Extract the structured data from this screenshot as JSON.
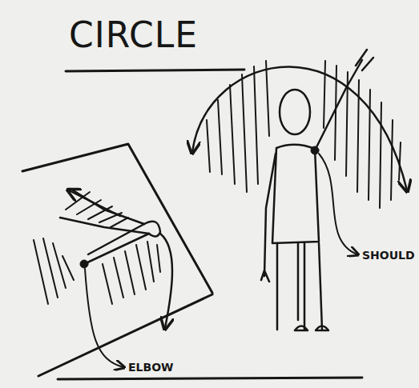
{
  "diagram": {
    "title": "CIRCLE",
    "labels": [
      "SHOULD",
      "ELBOW"
    ]
  }
}
